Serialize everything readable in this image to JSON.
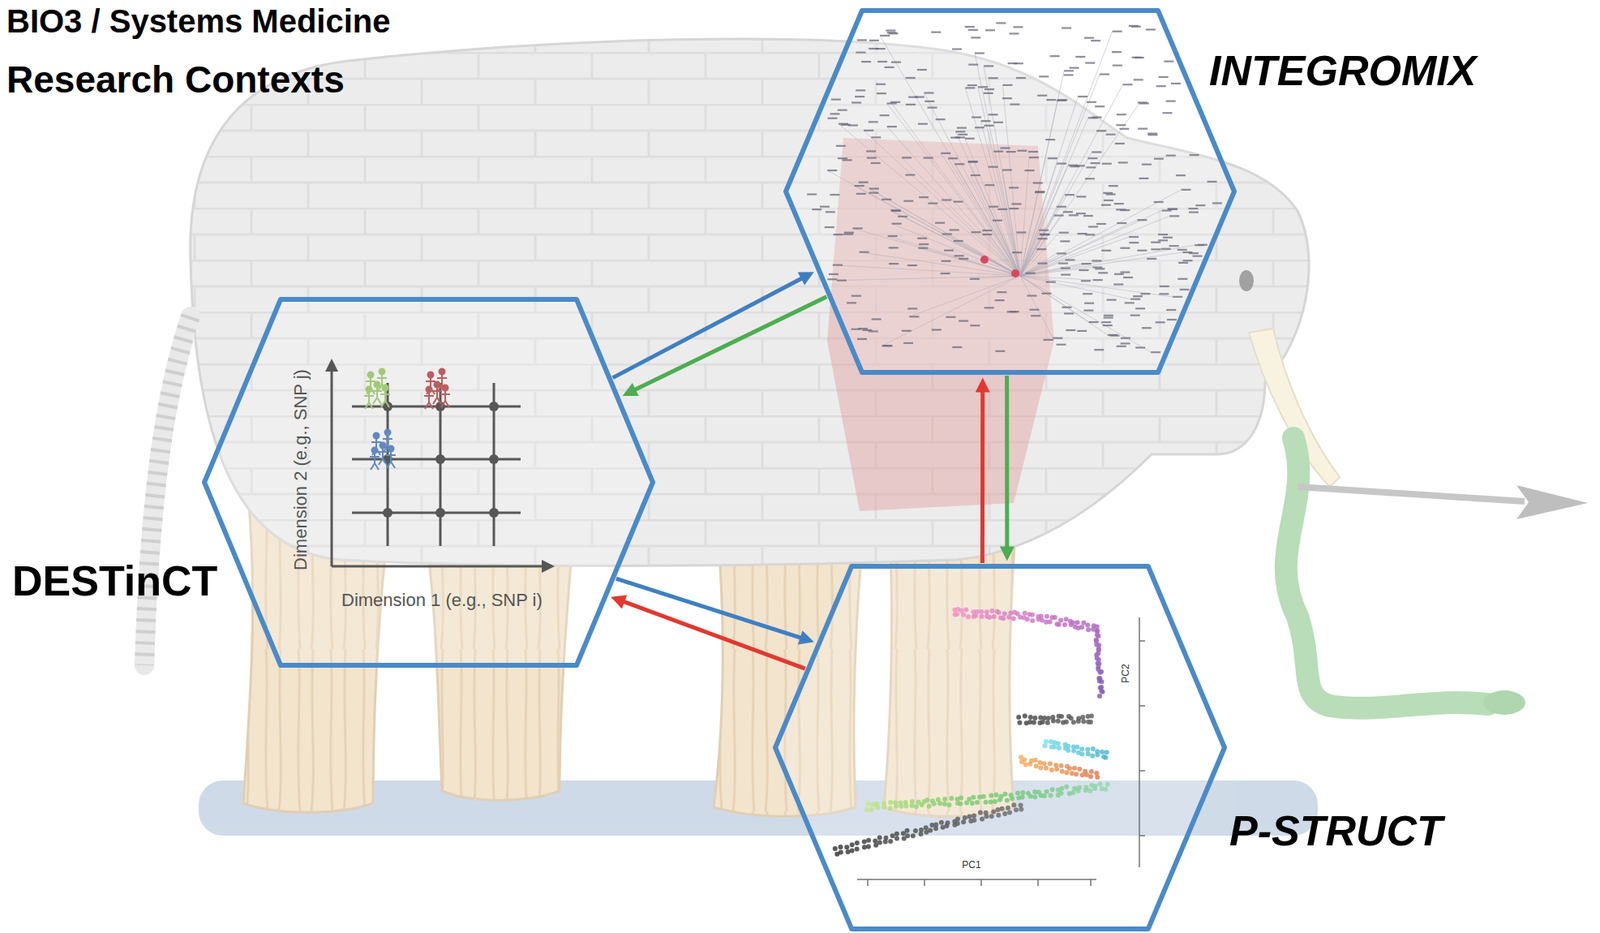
{
  "diagram": {
    "title": "BIO3 / Systems Medicine",
    "nodes": [
      {
        "text": [
          "INTEGROMIX"
        ]
      },
      {
        "text": [
          "DESTinCT",
          "Dimension 2 (e.g., SNP j)",
          "Dimension 1 (e.g., SNP i)"
        ]
      },
      {
        "text": [
          "P-STRUCT",
          "PC1",
          "PC2"
        ]
      }
    ],
    "edges": [
      {
        "from": 1,
        "to": 0,
        "arrow": "to"
      },
      {
        "from": 0,
        "to": 1,
        "arrow": "to"
      },
      {
        "from": 2,
        "to": 0,
        "arrow": "to"
      },
      {
        "from": 0,
        "to": 2,
        "arrow": "to"
      },
      {
        "from": 1,
        "to": 2,
        "arrow": "to"
      },
      {
        "from": 2,
        "to": 1,
        "arrow": "to"
      }
    ],
    "labels": [
      "Research Contexts"
    ]
  }
}
